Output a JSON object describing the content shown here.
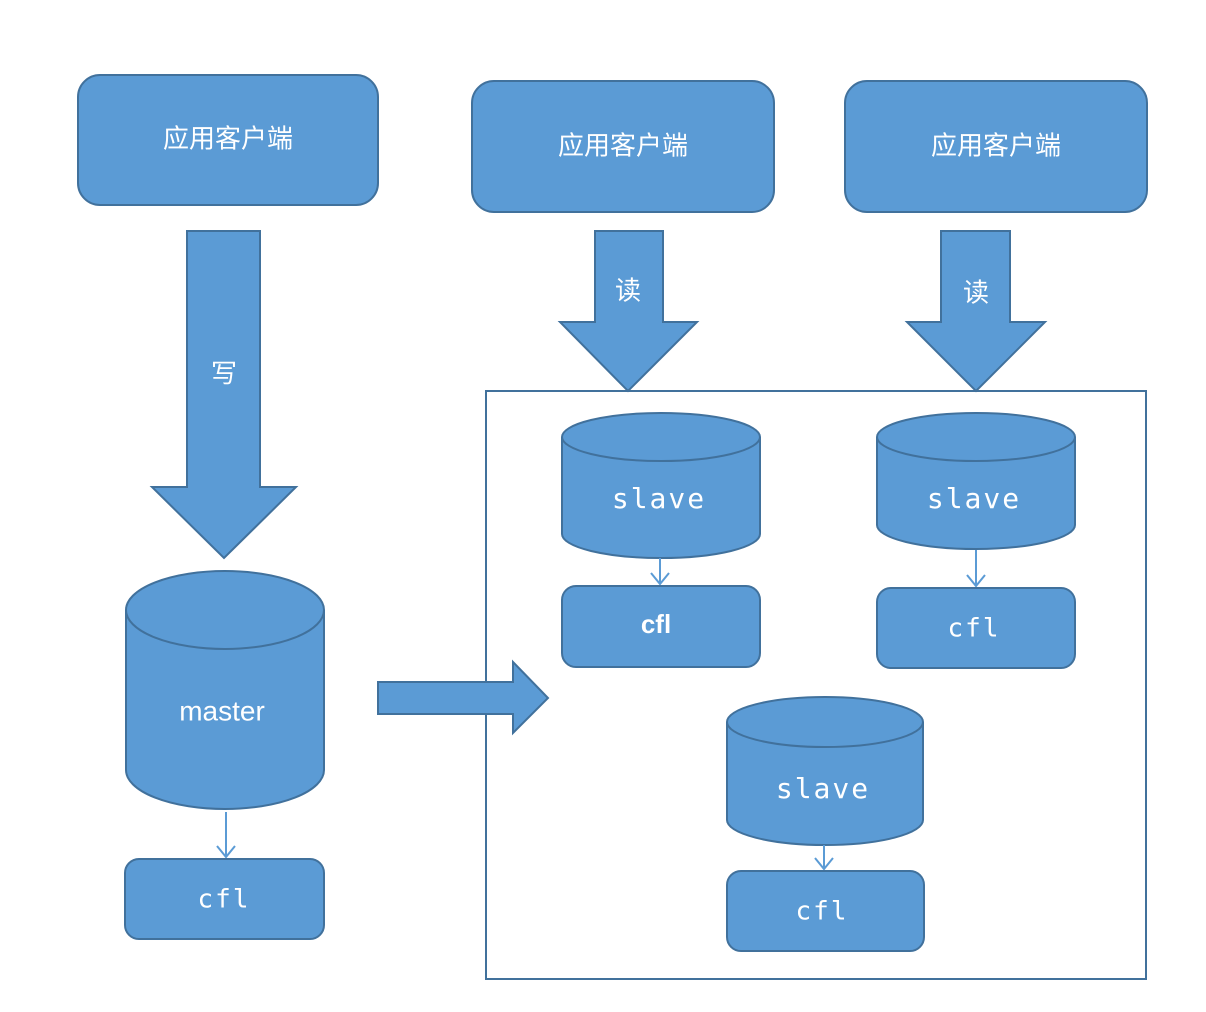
{
  "clients": [
    {
      "label": "应用客户端"
    },
    {
      "label": "应用客户端"
    },
    {
      "label": "应用客户端"
    }
  ],
  "arrows": {
    "write": "写",
    "read_1": "读",
    "read_2": "读"
  },
  "master": {
    "label": "master",
    "log": "cfl"
  },
  "slaves": [
    {
      "label": "slave",
      "log": "cfl"
    },
    {
      "label": "slave",
      "log": "cfl"
    },
    {
      "label": "slave",
      "log": "cfl"
    }
  ],
  "colors": {
    "fill": "#5b9bd5",
    "stroke": "#41719c",
    "text": "#ffffff"
  }
}
